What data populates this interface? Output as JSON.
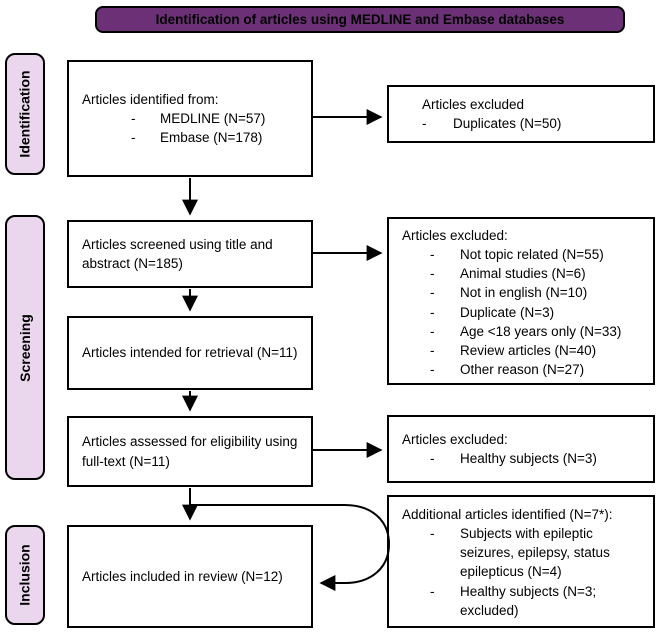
{
  "header": {
    "title": "Identification of articles using MEDLINE and Embase databases"
  },
  "stages": {
    "identification": "Identification",
    "screening": "Screening",
    "inclusion": "Inclusion"
  },
  "boxes": {
    "identified": {
      "title": "Articles identified from:",
      "items": [
        "MEDLINE (N=57)",
        "Embase (N=178)"
      ]
    },
    "screened": {
      "title": "Articles screened using title and abstract (N=185)"
    },
    "retrieval": {
      "title": "Articles intended for retrieval (N=11)"
    },
    "assessed": {
      "title": "Articles assessed for eligibility using full-text (N=11)"
    },
    "included": {
      "title": "Articles included in review (N=12)"
    },
    "excluded_duplicates": {
      "title": "Articles excluded",
      "items": [
        "Duplicates (N=50)"
      ]
    },
    "excluded_screening": {
      "title": "Articles excluded:",
      "items": [
        "Not topic related (N=55)",
        "Animal studies (N=6)",
        "Not in english (N=10)",
        "Duplicate (N=3)",
        "Age <18 years only (N=33)",
        "Review articles (N=40)",
        "Other reason (N=27)"
      ]
    },
    "excluded_fulltext": {
      "title": "Articles excluded:",
      "items": [
        "Healthy subjects (N=3)"
      ]
    },
    "additional": {
      "title": "Additional articles identified (N=7*):",
      "items": [
        "Subjects with epileptic seizures, epilepsy, status epilepticus (N=4)",
        "Healthy subjects (N=3; excluded)"
      ]
    }
  },
  "colors": {
    "header_fill": "#6C3077",
    "stage_fill": "#EAD7ED",
    "box_fill": "#FFFFFF",
    "line": "#000000"
  }
}
